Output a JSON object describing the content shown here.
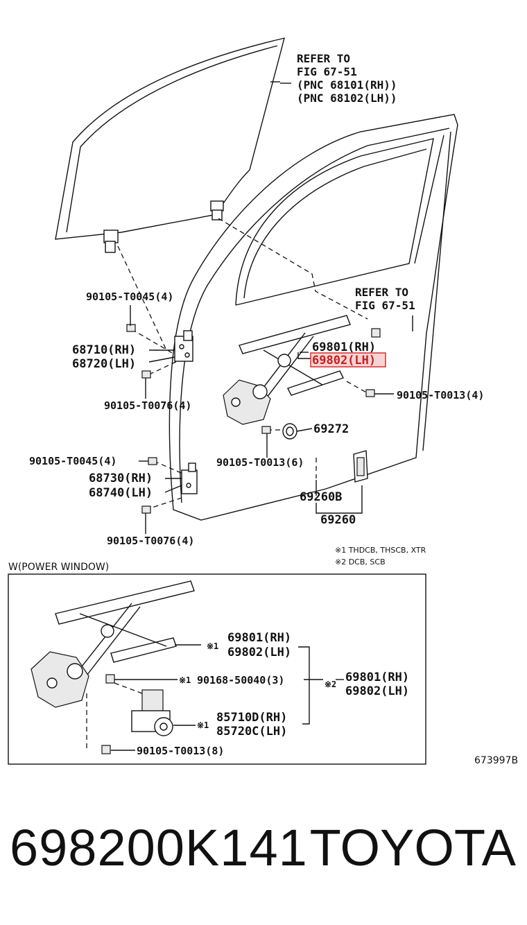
{
  "top_section": {
    "refer_glass": [
      "REFER TO",
      "FIG 67-51",
      "(PNC 68101(RH))",
      "(PNC 68102(LH))"
    ],
    "refer_frame": [
      "REFER TO",
      "FIG 67-51"
    ],
    "labels": {
      "bolt_upper_hinge": "90105-T0045(4)",
      "hinge_upper_rh": "68710(RH)",
      "hinge_upper_lh": "68720(LH)",
      "bolt_upper_hinge_lower": "90105-T0076(4)",
      "regulator_rh": "69801(RH)",
      "regulator_lh": "69802(LH)",
      "bolt_regulator": "90105-T0013(4)",
      "grommet": "69272",
      "bolt_regulator_lower": "90105-T0013(6)",
      "bolt_lower_hinge": "90105-T0045(4)",
      "hinge_lower_rh": "68730(RH)",
      "hinge_lower_lh": "68740(LH)",
      "handle": "69260B",
      "handle_assy": "69260",
      "bolt_lower_hinge_lower": "90105-T0076(4)"
    }
  },
  "notes": {
    "note1": "※1  THDCB, THSCB, XTR",
    "note2": "※2  DCB, SCB"
  },
  "power_window": {
    "title": "W(POWER WINDOW)",
    "mark1": "※1",
    "mark2": "※2",
    "labels": {
      "regulator_rh": "69801(RH)",
      "regulator_lh": "69802(LH)",
      "screw": "90168-50040(3)",
      "motor_rh": "85710D(RH)",
      "motor_lh": "85720C(LH)",
      "bolt": "90105-T0013(8)",
      "assy_rh": "69801(RH)",
      "assy_lh": "69802(LH)"
    }
  },
  "figure_code": "673997B",
  "footer": {
    "part_number": "698200K141",
    "brand": "TOYOTA"
  },
  "colors": {
    "highlight_border": "#d83a3a",
    "highlight_fill": "#f7d4d4",
    "highlight_text": "#c81e1e",
    "ink": "#111111"
  }
}
